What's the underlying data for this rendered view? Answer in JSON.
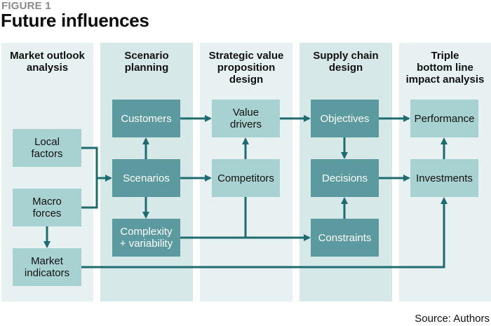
{
  "figure_label": "FIGURE 1",
  "title": "Future influences",
  "source": "Source: Authors",
  "colors": {
    "band_light": "#e8f1f1",
    "band_mid": "#d7e8e8",
    "box_light": "#a8d2d2",
    "box_dark": "#5b9b9f",
    "arrow": "#1e6b70"
  },
  "columns": [
    {
      "heading": "Market outlook\nanalysis"
    },
    {
      "heading": "Scenario\nplanning"
    },
    {
      "heading": "Strategic value\nproposition\ndesign"
    },
    {
      "heading": "Supply chain\ndesign"
    },
    {
      "heading": "Triple\nbottom line\nimpact analysis"
    }
  ],
  "nodes": {
    "local_factors": "Local\nfactors",
    "macro_forces": "Macro\nforces",
    "market_indicators": "Market\nindicators",
    "customers": "Customers",
    "scenarios": "Scenarios",
    "complexity": "Complexity\n+ variability",
    "value_drivers": "Value\ndrivers",
    "competitors": "Competitors",
    "objectives": "Objectives",
    "decisions": "Decisions",
    "constraints": "Constraints",
    "performance": "Performance",
    "investments": "Investments"
  },
  "edges": [
    [
      "local_factors",
      "scenarios"
    ],
    [
      "macro_forces",
      "scenarios"
    ],
    [
      "macro_forces",
      "market_indicators"
    ],
    [
      "scenarios",
      "customers"
    ],
    [
      "scenarios",
      "complexity"
    ],
    [
      "scenarios",
      "competitors"
    ],
    [
      "customers",
      "value_drivers"
    ],
    [
      "competitors",
      "value_drivers"
    ],
    [
      "competitors",
      "constraints"
    ],
    [
      "complexity",
      "constraints"
    ],
    [
      "value_drivers",
      "objectives"
    ],
    [
      "objectives",
      "decisions"
    ],
    [
      "constraints",
      "decisions"
    ],
    [
      "objectives",
      "performance"
    ],
    [
      "decisions",
      "investments"
    ],
    [
      "investments",
      "performance"
    ],
    [
      "market_indicators",
      "investments"
    ]
  ]
}
